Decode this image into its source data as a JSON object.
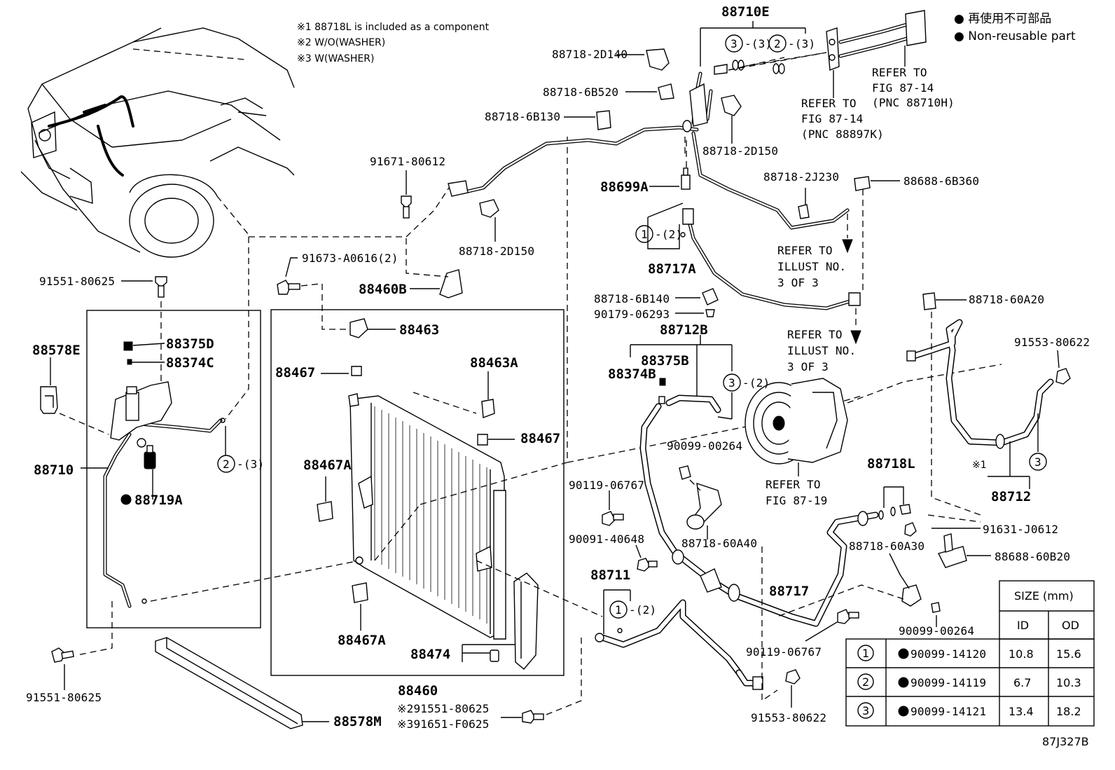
{
  "notes": {
    "n1": "※1 88718L is included as a component",
    "n2": "※2 W/O(WASHER)",
    "n3": "※3 W(WASHER)"
  },
  "legend": {
    "jp": "● 再使用不可部品",
    "en": "● Non-reusable part"
  },
  "parts": {
    "p88710E": "88710E",
    "p88718_2D140": "88718-2D140",
    "p88718_6B520": "88718-6B520",
    "p88718_6B130": "88718-6B130",
    "p88718_2D150a": "88718-2D150",
    "p88718_2D150b": "88718-2D150",
    "p91671": "91671-80612",
    "p88699A": "88699A",
    "p88718_2J230": "88718-2J230",
    "p88688_6B360": "88688-6B360",
    "p88717A": "88717A",
    "p91673": "91673-A0616(2)",
    "p88460B": "88460B",
    "p91551a": "91551-80625",
    "p91551b": "91551-80625",
    "p88375D": "88375D",
    "p88374C": "88374C",
    "p88578E": "88578E",
    "p88710": "88710",
    "p88719A": "88719A",
    "p88463": "88463",
    "p88467a": "88467",
    "p88463A": "88463A",
    "p88467b": "88467",
    "p88467Aa": "88467A",
    "p88467Ab": "88467A",
    "p88474": "88474",
    "p88460": "88460",
    "p91551_2": "※291551-80625",
    "p91651_3": "※391651-F0625",
    "p88578M": "88578M",
    "p88718_6B140": "88718-6B140",
    "p90179": "90179-06293",
    "p88712B": "88712B",
    "p88375B": "88375B",
    "p88374B": "88374B",
    "p90099a": "90099-00264",
    "p90119a": "90119-06767",
    "p90091": "90091-40648",
    "p88718_60A40": "88718-60A40",
    "p88711": "88711",
    "p88717": "88717",
    "p90119b": "90119-06767",
    "p91553a": "91553-80622",
    "p91553b": "91553-80622",
    "p88718_60A20": "88718-60A20",
    "p88718L": "88718L",
    "p88712": "88712",
    "p88712note": "※1",
    "p91631": "91631-J0612",
    "p88718_60A30": "88718-60A30",
    "p88688_60B20": "88688-60B20",
    "p90099b": "90099-00264"
  },
  "refs": {
    "r1a": "REFER TO",
    "r1b": "FIG 87-14",
    "r1c": "(PNC 88710H)",
    "r2a": "REFER TO",
    "r2b": "FIG 87-14",
    "r2c": "(PNC 88897K)",
    "r3a": "REFER TO",
    "r3b": "ILLUST NO.",
    "r3c": "3 OF 3",
    "r4a": "REFER TO",
    "r4b": "ILLUST NO.",
    "r4c": "3 OF 3",
    "r5a": "REFER TO",
    "r5b": "FIG 87-19"
  },
  "callouts": {
    "c3_3": "-(3)",
    "c2_3": "-(3)",
    "c1_2": "-(2)",
    "c2_3b": "-(3)",
    "c3_2": "-(2)",
    "c1_2b": "-(2)"
  },
  "circles": {
    "one": "1",
    "two": "2",
    "three": "3"
  },
  "size_table": {
    "header": "SIZE (mm)",
    "col_id": "ID",
    "col_od": "OD",
    "rows": [
      {
        "num": "1",
        "part": "90099-14120",
        "id": "10.8",
        "od": "15.6"
      },
      {
        "num": "2",
        "part": "90099-14119",
        "id": "6.7",
        "od": "10.3"
      },
      {
        "num": "3",
        "part": "90099-14121",
        "id": "13.4",
        "od": "18.2"
      }
    ]
  },
  "figure_code": "87J327B"
}
